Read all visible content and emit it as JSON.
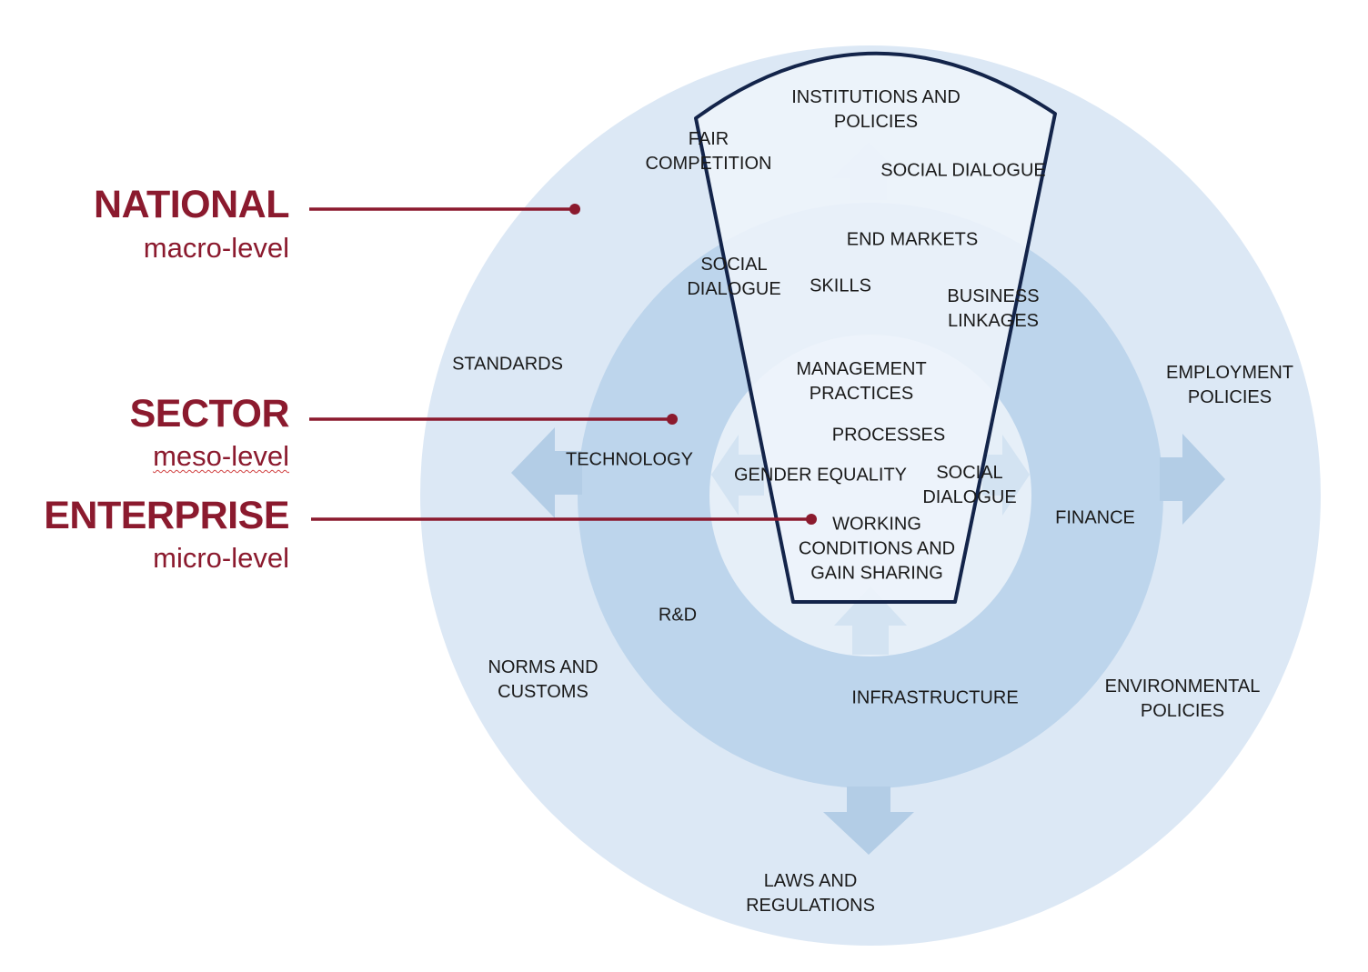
{
  "levels": [
    {
      "key": "national",
      "title": "NATIONAL",
      "subtitle": "macro-level"
    },
    {
      "key": "sector",
      "title": "SECTOR",
      "subtitle": "meso-level"
    },
    {
      "key": "enterprise",
      "title": "ENTERPRISE",
      "subtitle": "micro-level"
    }
  ],
  "colors": {
    "level_text": "#8b1a2e",
    "connector": "#8b1a2e",
    "outer_ring": "#dce8f5",
    "middle_ring": "#bdd5ec",
    "inner_ring": "#e6eff8",
    "arrows": "#b3cde6",
    "cup_fill": "#eef4fb",
    "cup_outline": "#13244a",
    "label_text": "#1a1a1a"
  },
  "national_labels": {
    "institutions": "INSTITUTIONS AND\nPOLICIES",
    "fair_competition": "FAIR\nCOMPETITION",
    "social_dialogue": "SOCIAL DIALOGUE",
    "standards": "STANDARDS",
    "employment_policies": "EMPLOYMENT\nPOLICIES",
    "norms_customs": "NORMS AND\nCUSTOMS",
    "environmental_policies": "ENVIRONMENTAL\nPOLICIES",
    "laws_regulations": "LAWS AND\nREGULATIONS"
  },
  "sector_labels": {
    "end_markets": "END MARKETS",
    "social_dialogue": "SOCIAL\nDIALOGUE",
    "skills": "SKILLS",
    "business_linkages": "BUSINESS\nLINKAGES",
    "technology": "TECHNOLOGY",
    "finance": "FINANCE",
    "rnd": "R&D",
    "infrastructure": "INFRASTRUCTURE"
  },
  "enterprise_labels": {
    "management_practices": "MANAGEMENT\nPRACTICES",
    "processes": "PROCESSES",
    "gender_equality": "GENDER EQUALITY",
    "social_dialogue": "SOCIAL\nDIALOGUE",
    "working_conditions": "WORKING\nCONDITIONS AND\nGAIN SHARING"
  }
}
